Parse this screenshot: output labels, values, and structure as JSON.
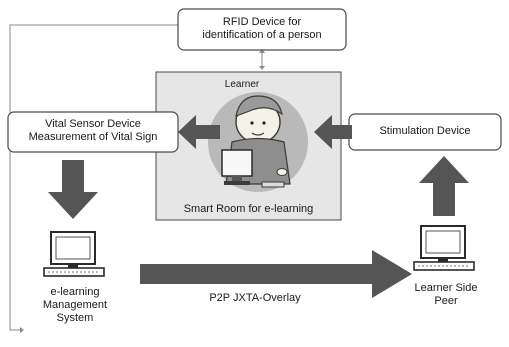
{
  "rfid_device": {
    "line1": "RFID Device for",
    "line2": "identification of a person"
  },
  "vital_sensor": {
    "line1": "Vital Sensor Device",
    "line2": "Measurement of Vital Sign"
  },
  "stimulation_device": {
    "label": "Stimulation Device"
  },
  "smart_room": {
    "learner_label": "Learner",
    "caption": "Smart Room for e-learning"
  },
  "lms": {
    "line1": "e-learning",
    "line2": "Management",
    "line3": "System"
  },
  "peer": {
    "line1": "Learner Side",
    "line2": "Peer"
  },
  "link": {
    "label": "P2P  JXTA-Overlay"
  },
  "colors": {
    "box_border": "#4a4a4a",
    "room_fill": "#e6e6e6",
    "arrow_fill": "#555555",
    "connector": "#8a8a8a"
  }
}
